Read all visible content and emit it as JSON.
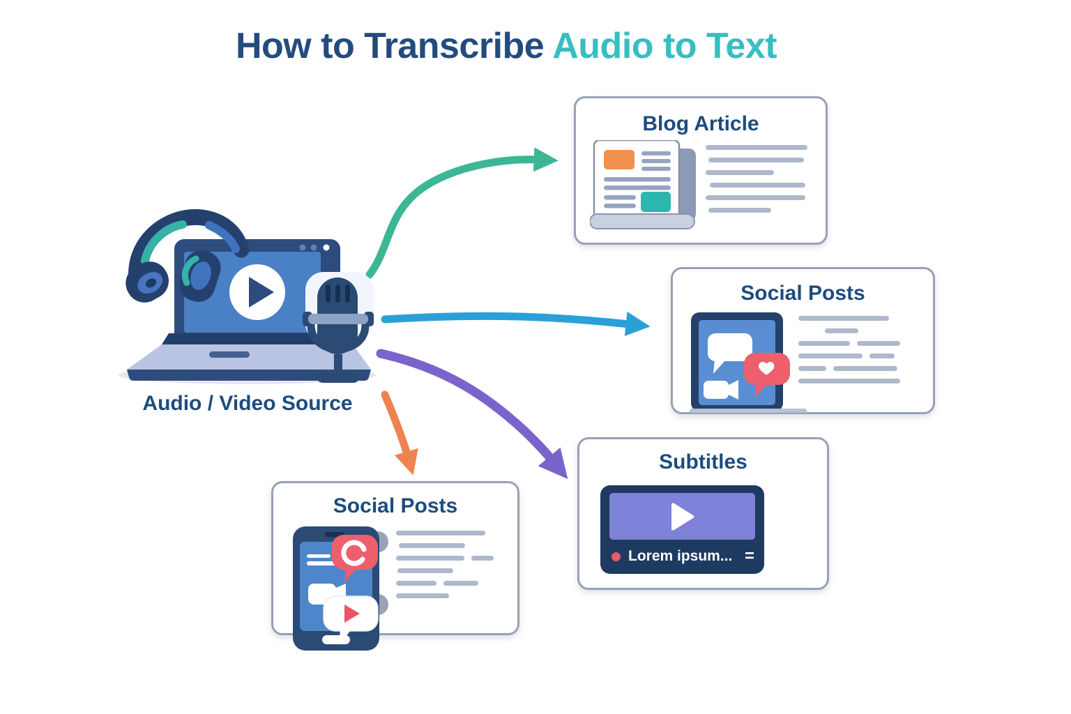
{
  "title": {
    "prefix": "How to Transcribe",
    "highlight": "Audio to Text"
  },
  "source": {
    "label": "Audio / Video Source"
  },
  "cards": {
    "blog": {
      "title": "Blog Article"
    },
    "social_right": {
      "title": "Social Posts"
    },
    "subtitles": {
      "title": "Subtitles",
      "caption": "Lorem ipsum...",
      "menu_glyph": "="
    },
    "social_bottom": {
      "title": "Social Posts"
    }
  },
  "flows": [
    {
      "from": "Audio / Video Source",
      "to": "Blog Article",
      "color": "#3cb795"
    },
    {
      "from": "Audio / Video Source",
      "to": "Social Posts (right)",
      "color": "#2ba0d8"
    },
    {
      "from": "Audio / Video Source",
      "to": "Subtitles",
      "color": "#7a64cc"
    },
    {
      "from": "Audio / Video Source",
      "to": "Social Posts (bottom)",
      "color": "#ee8352"
    }
  ],
  "colors": {
    "title_primary": "#234b7d",
    "title_accent": "#38bdc2",
    "card_border": "#97a1b5",
    "arrow_teal": "#3cb795",
    "arrow_blue": "#2ba0d8",
    "arrow_purple": "#7a64cc",
    "arrow_orange": "#ee8352",
    "accent_orange": "#f09150",
    "accent_teal": "#2cb7ae",
    "accent_red": "#ed5f6d",
    "laptop_navy": "#2e4b7e",
    "screen_blue": "#4a80c4",
    "player_screen_purple": "#7e82d8"
  }
}
